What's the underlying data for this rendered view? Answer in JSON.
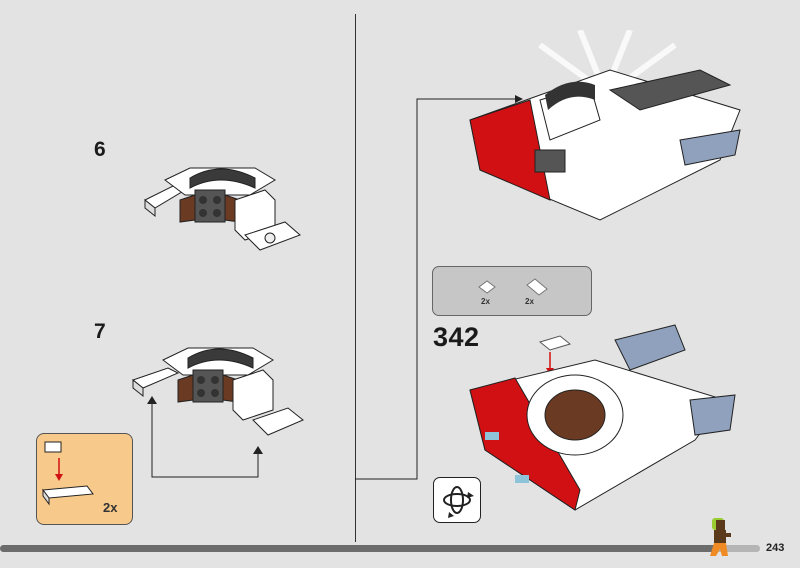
{
  "steps": {
    "step6": {
      "number": "6"
    },
    "step7": {
      "number": "7"
    },
    "step342": {
      "number": "342"
    }
  },
  "submodel": {
    "quantity": "2x"
  },
  "parts_list": [
    {
      "icon": "slope-brick-small-icon",
      "quantity": "2x"
    },
    {
      "icon": "slope-brick-large-icon",
      "quantity": "2x"
    }
  ],
  "rotate_icon": "rotate-model-icon",
  "footer": {
    "page_number": "243",
    "progress_percent": 94
  },
  "colors": {
    "background": "#e3e3e3",
    "callout": "#f7c98a",
    "parts_box": "#c6c6c6",
    "brick_red": "#d01012",
    "brick_blue_gray": "#8fa1bd",
    "progress_dark": "#6c6c6c"
  }
}
